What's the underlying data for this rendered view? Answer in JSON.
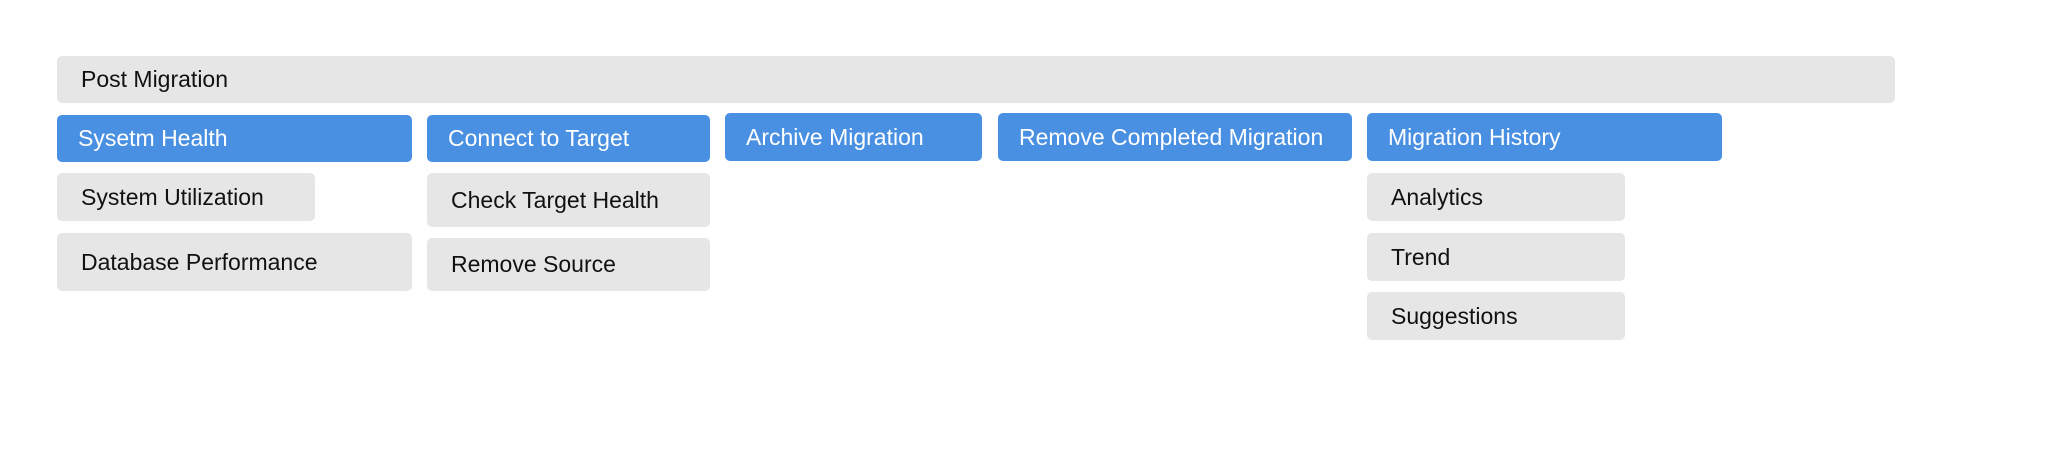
{
  "colors": {
    "category_fill": "#4a90e2",
    "category_text": "#ffffff",
    "item_fill": "#e6e6e6",
    "item_text": "#111111",
    "background": "#ffffff"
  },
  "root": {
    "label": "Post Migration"
  },
  "categories": [
    {
      "label": "Sysetm Health",
      "items": [
        "System Utilization",
        "Database Performance"
      ]
    },
    {
      "label": "Connect to Target",
      "items": [
        "Check Target Health",
        "Remove Source"
      ]
    },
    {
      "label": "Archive Migration",
      "items": []
    },
    {
      "label": "Remove Completed Migration",
      "items": []
    },
    {
      "label": "Migration History",
      "items": [
        "Analytics",
        "Trend",
        "Suggestions"
      ]
    }
  ]
}
